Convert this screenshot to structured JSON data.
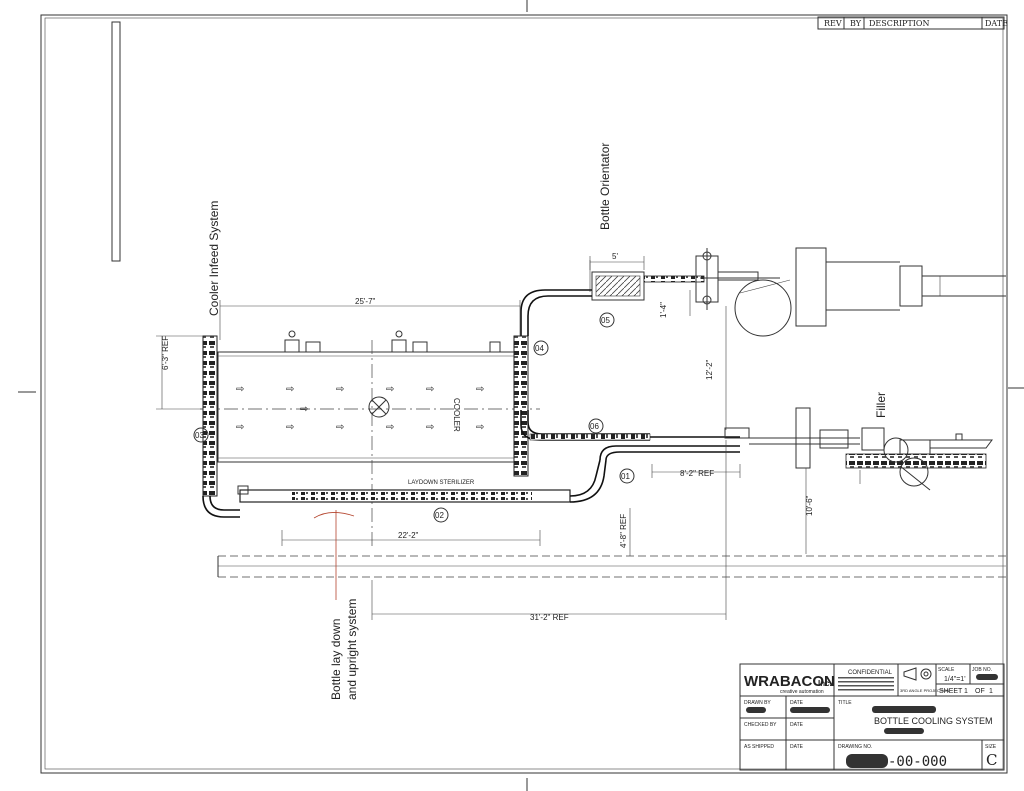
{
  "revision_block": {
    "headers": [
      "REV",
      "BY",
      "DESCRIPTION",
      "DATE"
    ]
  },
  "labels": {
    "cooler_infeed": "Cooler Infeed System",
    "bottle_orientator": "Bottle Orientator",
    "filler": "Filler",
    "bottle_laydown": "Bottle lay down",
    "upright_system": "and upright system",
    "cooler": "COOLER",
    "laydown_sterilizer": "LAYDOWN STERILIZER"
  },
  "dimensions": {
    "d_25_7": "25'-7\"",
    "d_6_3_ref": "6'-3\" REF",
    "d_5": "5'",
    "d_1_4": "1'-4\"",
    "d_12_2": "12'-2\"",
    "d_8_2_ref": "8'-2\" REF",
    "d_10_6": "10'-6\"",
    "d_22_2": "22'-2\"",
    "d_4_8_ref": "4'-8\" REF",
    "d_31_2_ref": "31'-2\" REF"
  },
  "callouts": [
    "01",
    "02",
    "03",
    "04",
    "05",
    "06"
  ],
  "title_block": {
    "company": "WRABACON",
    "company_suffix": "Inc.",
    "tagline": "creative automation",
    "confidential": "CONFIDENTIAL",
    "projection": "3RD ANGLE PROJECTION",
    "scale_label": "SCALE",
    "scale_value": "1/4\"=1'",
    "job_label": "JOB NO.",
    "sheet": "SHEET",
    "sheet_num": "1",
    "of": "OF",
    "sheet_total": "1",
    "drawn_by": "DRAWN BY",
    "checked_by": "CHECKED BY",
    "as_shipped": "AS SHIPPED",
    "date": "DATE",
    "title_label": "TITLE",
    "title": "BOTTLE COOLING SYSTEM",
    "drawing_no_label": "DRAWING NO.",
    "drawing_no": "-00-000",
    "size_label": "SIZE",
    "size_value": "C"
  }
}
